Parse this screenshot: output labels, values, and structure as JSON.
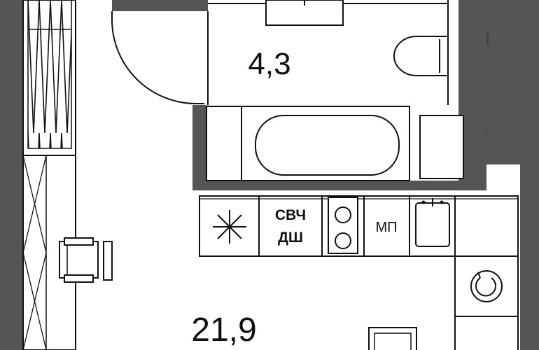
{
  "rooms": {
    "bathroom_area": "4,3",
    "main_area": "21,9"
  },
  "appliances": {
    "microwave_label": "СВЧ",
    "dishwasher_label": "ДШ",
    "washer_label": "МП"
  },
  "colors": {
    "wall": "#555555",
    "line": "#111111",
    "background": "#ffffff"
  }
}
